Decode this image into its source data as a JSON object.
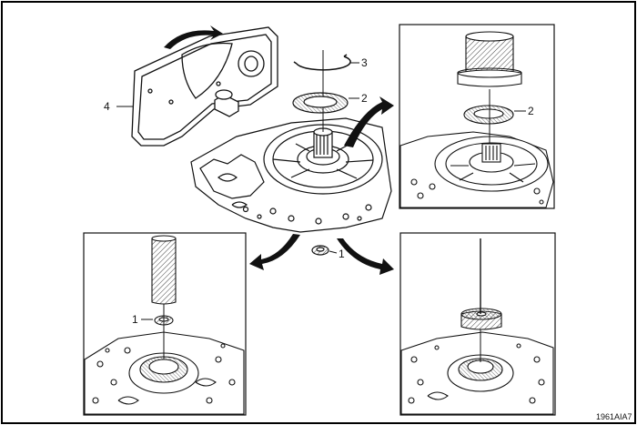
{
  "callouts": {
    "snap_ring": "3",
    "seal_top": "2",
    "seal_inset": "2",
    "cover": "4",
    "oring_center": "1",
    "oring_inset": "1"
  },
  "figure_code": "1961AIA7"
}
